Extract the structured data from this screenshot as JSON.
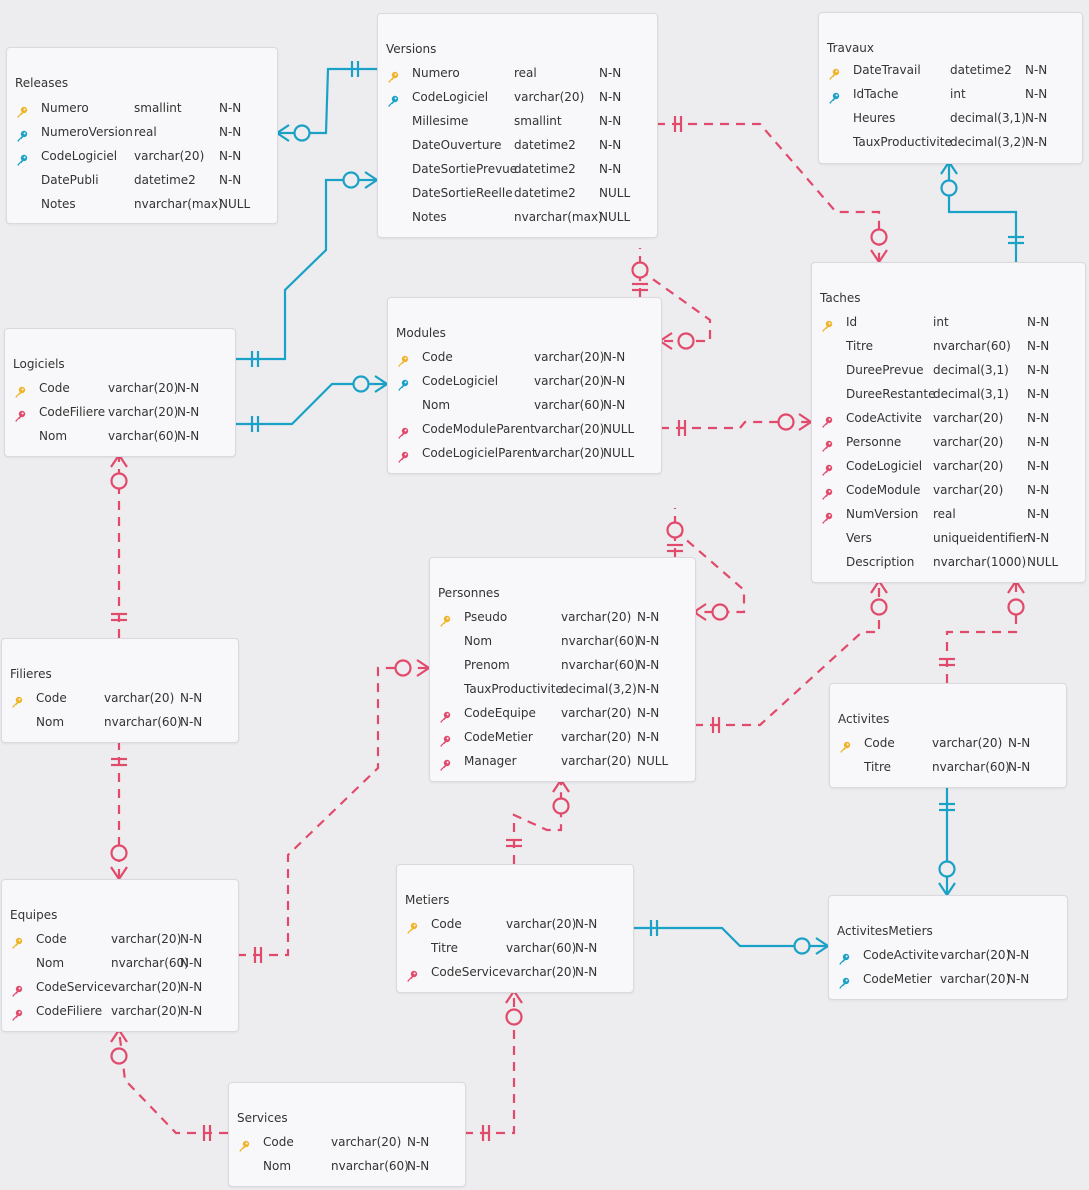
{
  "colors": {
    "blue": "#1aa1c6",
    "red": "#e24a6b",
    "gold": "#f0b429",
    "background": "#ededf0"
  },
  "tables": {
    "releases": {
      "name": "Releases",
      "fields": [
        {
          "key": "pk",
          "name": "Numero",
          "type": "smallint",
          "null": "N-N"
        },
        {
          "key": "pkfk-blue",
          "name": "NumeroVersion",
          "type": "real",
          "null": "N-N"
        },
        {
          "key": "pkfk-blue",
          "name": "CodeLogiciel",
          "type": "varchar(20)",
          "null": "N-N"
        },
        {
          "key": "",
          "name": "DatePubli",
          "type": "datetime2",
          "null": "N-N"
        },
        {
          "key": "",
          "name": "Notes",
          "type": "nvarchar(max)",
          "null": "NULL"
        }
      ]
    },
    "versions": {
      "name": "Versions",
      "fields": [
        {
          "key": "pk",
          "name": "Numero",
          "type": "real",
          "null": "N-N"
        },
        {
          "key": "pkfk-blue",
          "name": "CodeLogiciel",
          "type": "varchar(20)",
          "null": "N-N"
        },
        {
          "key": "",
          "name": "Millesime",
          "type": "smallint",
          "null": "N-N"
        },
        {
          "key": "",
          "name": "DateOuverture",
          "type": "datetime2",
          "null": "N-N"
        },
        {
          "key": "",
          "name": "DateSortiePrevue",
          "type": "datetime2",
          "null": "N-N"
        },
        {
          "key": "",
          "name": "DateSortieReelle",
          "type": "datetime2",
          "null": "NULL"
        },
        {
          "key": "",
          "name": "Notes",
          "type": "nvarchar(max)",
          "null": "NULL"
        }
      ]
    },
    "travaux": {
      "name": "Travaux",
      "fields": [
        {
          "key": "pk",
          "name": "DateTravail",
          "type": "datetime2",
          "null": "N-N"
        },
        {
          "key": "pkfk-blue",
          "name": "IdTache",
          "type": "int",
          "null": "N-N"
        },
        {
          "key": "",
          "name": "Heures",
          "type": "decimal(3,1)",
          "null": "N-N"
        },
        {
          "key": "",
          "name": "TauxProductivite",
          "type": "decimal(3,2)",
          "null": "N-N"
        }
      ]
    },
    "logiciels": {
      "name": "Logiciels",
      "fields": [
        {
          "key": "pk",
          "name": "Code",
          "type": "varchar(20)",
          "null": "N-N"
        },
        {
          "key": "fk-red",
          "name": "CodeFiliere",
          "type": "varchar(20)",
          "null": "N-N"
        },
        {
          "key": "",
          "name": "Nom",
          "type": "varchar(60)",
          "null": "N-N"
        }
      ]
    },
    "modules": {
      "name": "Modules",
      "fields": [
        {
          "key": "pk",
          "name": "Code",
          "type": "varchar(20)",
          "null": "N-N"
        },
        {
          "key": "pkfk-blue",
          "name": "CodeLogiciel",
          "type": "varchar(20)",
          "null": "N-N"
        },
        {
          "key": "",
          "name": "Nom",
          "type": "varchar(60)",
          "null": "N-N"
        },
        {
          "key": "fk-red",
          "name": "CodeModuleParent",
          "type": "varchar(20)",
          "null": "NULL"
        },
        {
          "key": "fk-red",
          "name": "CodeLogicielParent",
          "type": "varchar(20)",
          "null": "NULL"
        }
      ]
    },
    "taches": {
      "name": "Taches",
      "fields": [
        {
          "key": "pk",
          "name": "Id",
          "type": "int",
          "null": "N-N"
        },
        {
          "key": "",
          "name": "Titre",
          "type": "nvarchar(60)",
          "null": "N-N"
        },
        {
          "key": "",
          "name": "DureePrevue",
          "type": "decimal(3,1)",
          "null": "N-N"
        },
        {
          "key": "",
          "name": "DureeRestante",
          "type": "decimal(3,1)",
          "null": "N-N"
        },
        {
          "key": "fk-red",
          "name": "CodeActivite",
          "type": "varchar(20)",
          "null": "N-N"
        },
        {
          "key": "fk-red",
          "name": "Personne",
          "type": "varchar(20)",
          "null": "N-N"
        },
        {
          "key": "fk-red",
          "name": "CodeLogiciel",
          "type": "varchar(20)",
          "null": "N-N"
        },
        {
          "key": "fk-red",
          "name": "CodeModule",
          "type": "varchar(20)",
          "null": "N-N"
        },
        {
          "key": "fk-red",
          "name": "NumVersion",
          "type": "real",
          "null": "N-N"
        },
        {
          "key": "",
          "name": "Vers",
          "type": "uniqueidentifier",
          "null": "N-N"
        },
        {
          "key": "",
          "name": "Description",
          "type": "nvarchar(1000)",
          "null": "NULL"
        }
      ]
    },
    "personnes": {
      "name": "Personnes",
      "fields": [
        {
          "key": "pk",
          "name": "Pseudo",
          "type": "varchar(20)",
          "null": "N-N"
        },
        {
          "key": "",
          "name": "Nom",
          "type": "nvarchar(60)",
          "null": "N-N"
        },
        {
          "key": "",
          "name": "Prenom",
          "type": "nvarchar(60)",
          "null": "N-N"
        },
        {
          "key": "",
          "name": "TauxProductivite",
          "type": "decimal(3,2)",
          "null": "N-N"
        },
        {
          "key": "fk-red",
          "name": "CodeEquipe",
          "type": "varchar(20)",
          "null": "N-N"
        },
        {
          "key": "fk-red",
          "name": "CodeMetier",
          "type": "varchar(20)",
          "null": "N-N"
        },
        {
          "key": "fk-red",
          "name": "Manager",
          "type": "varchar(20)",
          "null": "NULL"
        }
      ]
    },
    "filieres": {
      "name": "Filieres",
      "fields": [
        {
          "key": "pk",
          "name": "Code",
          "type": "varchar(20)",
          "null": "N-N"
        },
        {
          "key": "",
          "name": "Nom",
          "type": "nvarchar(60)",
          "null": "N-N"
        }
      ]
    },
    "activites": {
      "name": "Activites",
      "fields": [
        {
          "key": "pk",
          "name": "Code",
          "type": "varchar(20)",
          "null": "N-N"
        },
        {
          "key": "",
          "name": "Titre",
          "type": "nvarchar(60)",
          "null": "N-N"
        }
      ]
    },
    "equipes": {
      "name": "Equipes",
      "fields": [
        {
          "key": "pk",
          "name": "Code",
          "type": "varchar(20)",
          "null": "N-N"
        },
        {
          "key": "",
          "name": "Nom",
          "type": "nvarchar(60)",
          "null": "N-N"
        },
        {
          "key": "fk-red",
          "name": "CodeService",
          "type": "varchar(20)",
          "null": "N-N"
        },
        {
          "key": "fk-red",
          "name": "CodeFiliere",
          "type": "varchar(20)",
          "null": "N-N"
        }
      ]
    },
    "metiers": {
      "name": "Metiers",
      "fields": [
        {
          "key": "pk",
          "name": "Code",
          "type": "varchar(20)",
          "null": "N-N"
        },
        {
          "key": "",
          "name": "Titre",
          "type": "varchar(60)",
          "null": "N-N"
        },
        {
          "key": "fk-red",
          "name": "CodeService",
          "type": "varchar(20)",
          "null": "N-N"
        }
      ]
    },
    "activitesmetiers": {
      "name": "ActivitesMetiers",
      "fields": [
        {
          "key": "pkfk-blue",
          "name": "CodeActivite",
          "type": "varchar(20)",
          "null": "N-N"
        },
        {
          "key": "pkfk-blue",
          "name": "CodeMetier",
          "type": "varchar(20)",
          "null": "N-N"
        }
      ]
    },
    "services": {
      "name": "Services",
      "fields": [
        {
          "key": "pk",
          "name": "Code",
          "type": "varchar(20)",
          "null": "N-N"
        },
        {
          "key": "",
          "name": "Nom",
          "type": "nvarchar(60)",
          "null": "N-N"
        }
      ]
    }
  },
  "relationships": [
    {
      "name": "versions-releases",
      "from": "Versions",
      "to": "Releases",
      "color": "blue",
      "style": "solid",
      "from_card": "one",
      "to_card": "zero-many"
    },
    {
      "name": "logiciels-versions",
      "from": "Logiciels",
      "to": "Versions",
      "color": "blue",
      "style": "solid",
      "from_card": "one",
      "to_card": "zero-many"
    },
    {
      "name": "logiciels-modules",
      "from": "Logiciels",
      "to": "Modules",
      "color": "blue",
      "style": "solid",
      "from_card": "one",
      "to_card": "zero-many"
    },
    {
      "name": "taches-travaux",
      "from": "Taches",
      "to": "Travaux",
      "color": "blue",
      "style": "solid",
      "from_card": "one",
      "to_card": "zero-many"
    },
    {
      "name": "versions-taches",
      "from": "Versions",
      "to": "Taches",
      "color": "red",
      "style": "dashed",
      "from_card": "one",
      "to_card": "zero-many"
    },
    {
      "name": "modules-taches",
      "from": "Modules",
      "to": "Taches",
      "color": "red",
      "style": "dashed",
      "from_card": "one",
      "to_card": "zero-many"
    },
    {
      "name": "modules-self",
      "from": "Modules",
      "to": "Modules",
      "color": "red",
      "style": "dashed",
      "from_card": "zero-one",
      "to_card": "zero-many"
    },
    {
      "name": "filieres-logiciels",
      "from": "Filieres",
      "to": "Logiciels",
      "color": "red",
      "style": "dashed",
      "from_card": "one",
      "to_card": "zero-many"
    },
    {
      "name": "filieres-equipes",
      "from": "Filieres",
      "to": "Equipes",
      "color": "red",
      "style": "dashed",
      "from_card": "one",
      "to_card": "zero-many"
    },
    {
      "name": "equipes-personnes",
      "from": "Equipes",
      "to": "Personnes",
      "color": "red",
      "style": "dashed",
      "from_card": "one",
      "to_card": "zero-many"
    },
    {
      "name": "personnes-self",
      "from": "Personnes",
      "to": "Personnes",
      "color": "red",
      "style": "dashed",
      "from_card": "zero-one",
      "to_card": "zero-many"
    },
    {
      "name": "personnes-taches",
      "from": "Personnes",
      "to": "Taches",
      "color": "red",
      "style": "dashed",
      "from_card": "one",
      "to_card": "zero-many"
    },
    {
      "name": "activites-taches",
      "from": "Activites",
      "to": "Taches",
      "color": "red",
      "style": "dashed",
      "from_card": "one",
      "to_card": "zero-many"
    },
    {
      "name": "metiers-personnes",
      "from": "Metiers",
      "to": "Personnes",
      "color": "red",
      "style": "dashed",
      "from_card": "one",
      "to_card": "zero-many"
    },
    {
      "name": "activites-activitesmetiers",
      "from": "Activites",
      "to": "ActivitesMetiers",
      "color": "blue",
      "style": "solid",
      "from_card": "one",
      "to_card": "zero-many"
    },
    {
      "name": "metiers-activitesmetiers",
      "from": "Metiers",
      "to": "ActivitesMetiers",
      "color": "blue",
      "style": "solid",
      "from_card": "one",
      "to_card": "zero-many"
    },
    {
      "name": "services-equipes",
      "from": "Services",
      "to": "Equipes",
      "color": "red",
      "style": "dashed",
      "from_card": "one",
      "to_card": "zero-many"
    },
    {
      "name": "services-metiers",
      "from": "Services",
      "to": "Metiers",
      "color": "red",
      "style": "dashed",
      "from_card": "one",
      "to_card": "zero-many"
    }
  ]
}
